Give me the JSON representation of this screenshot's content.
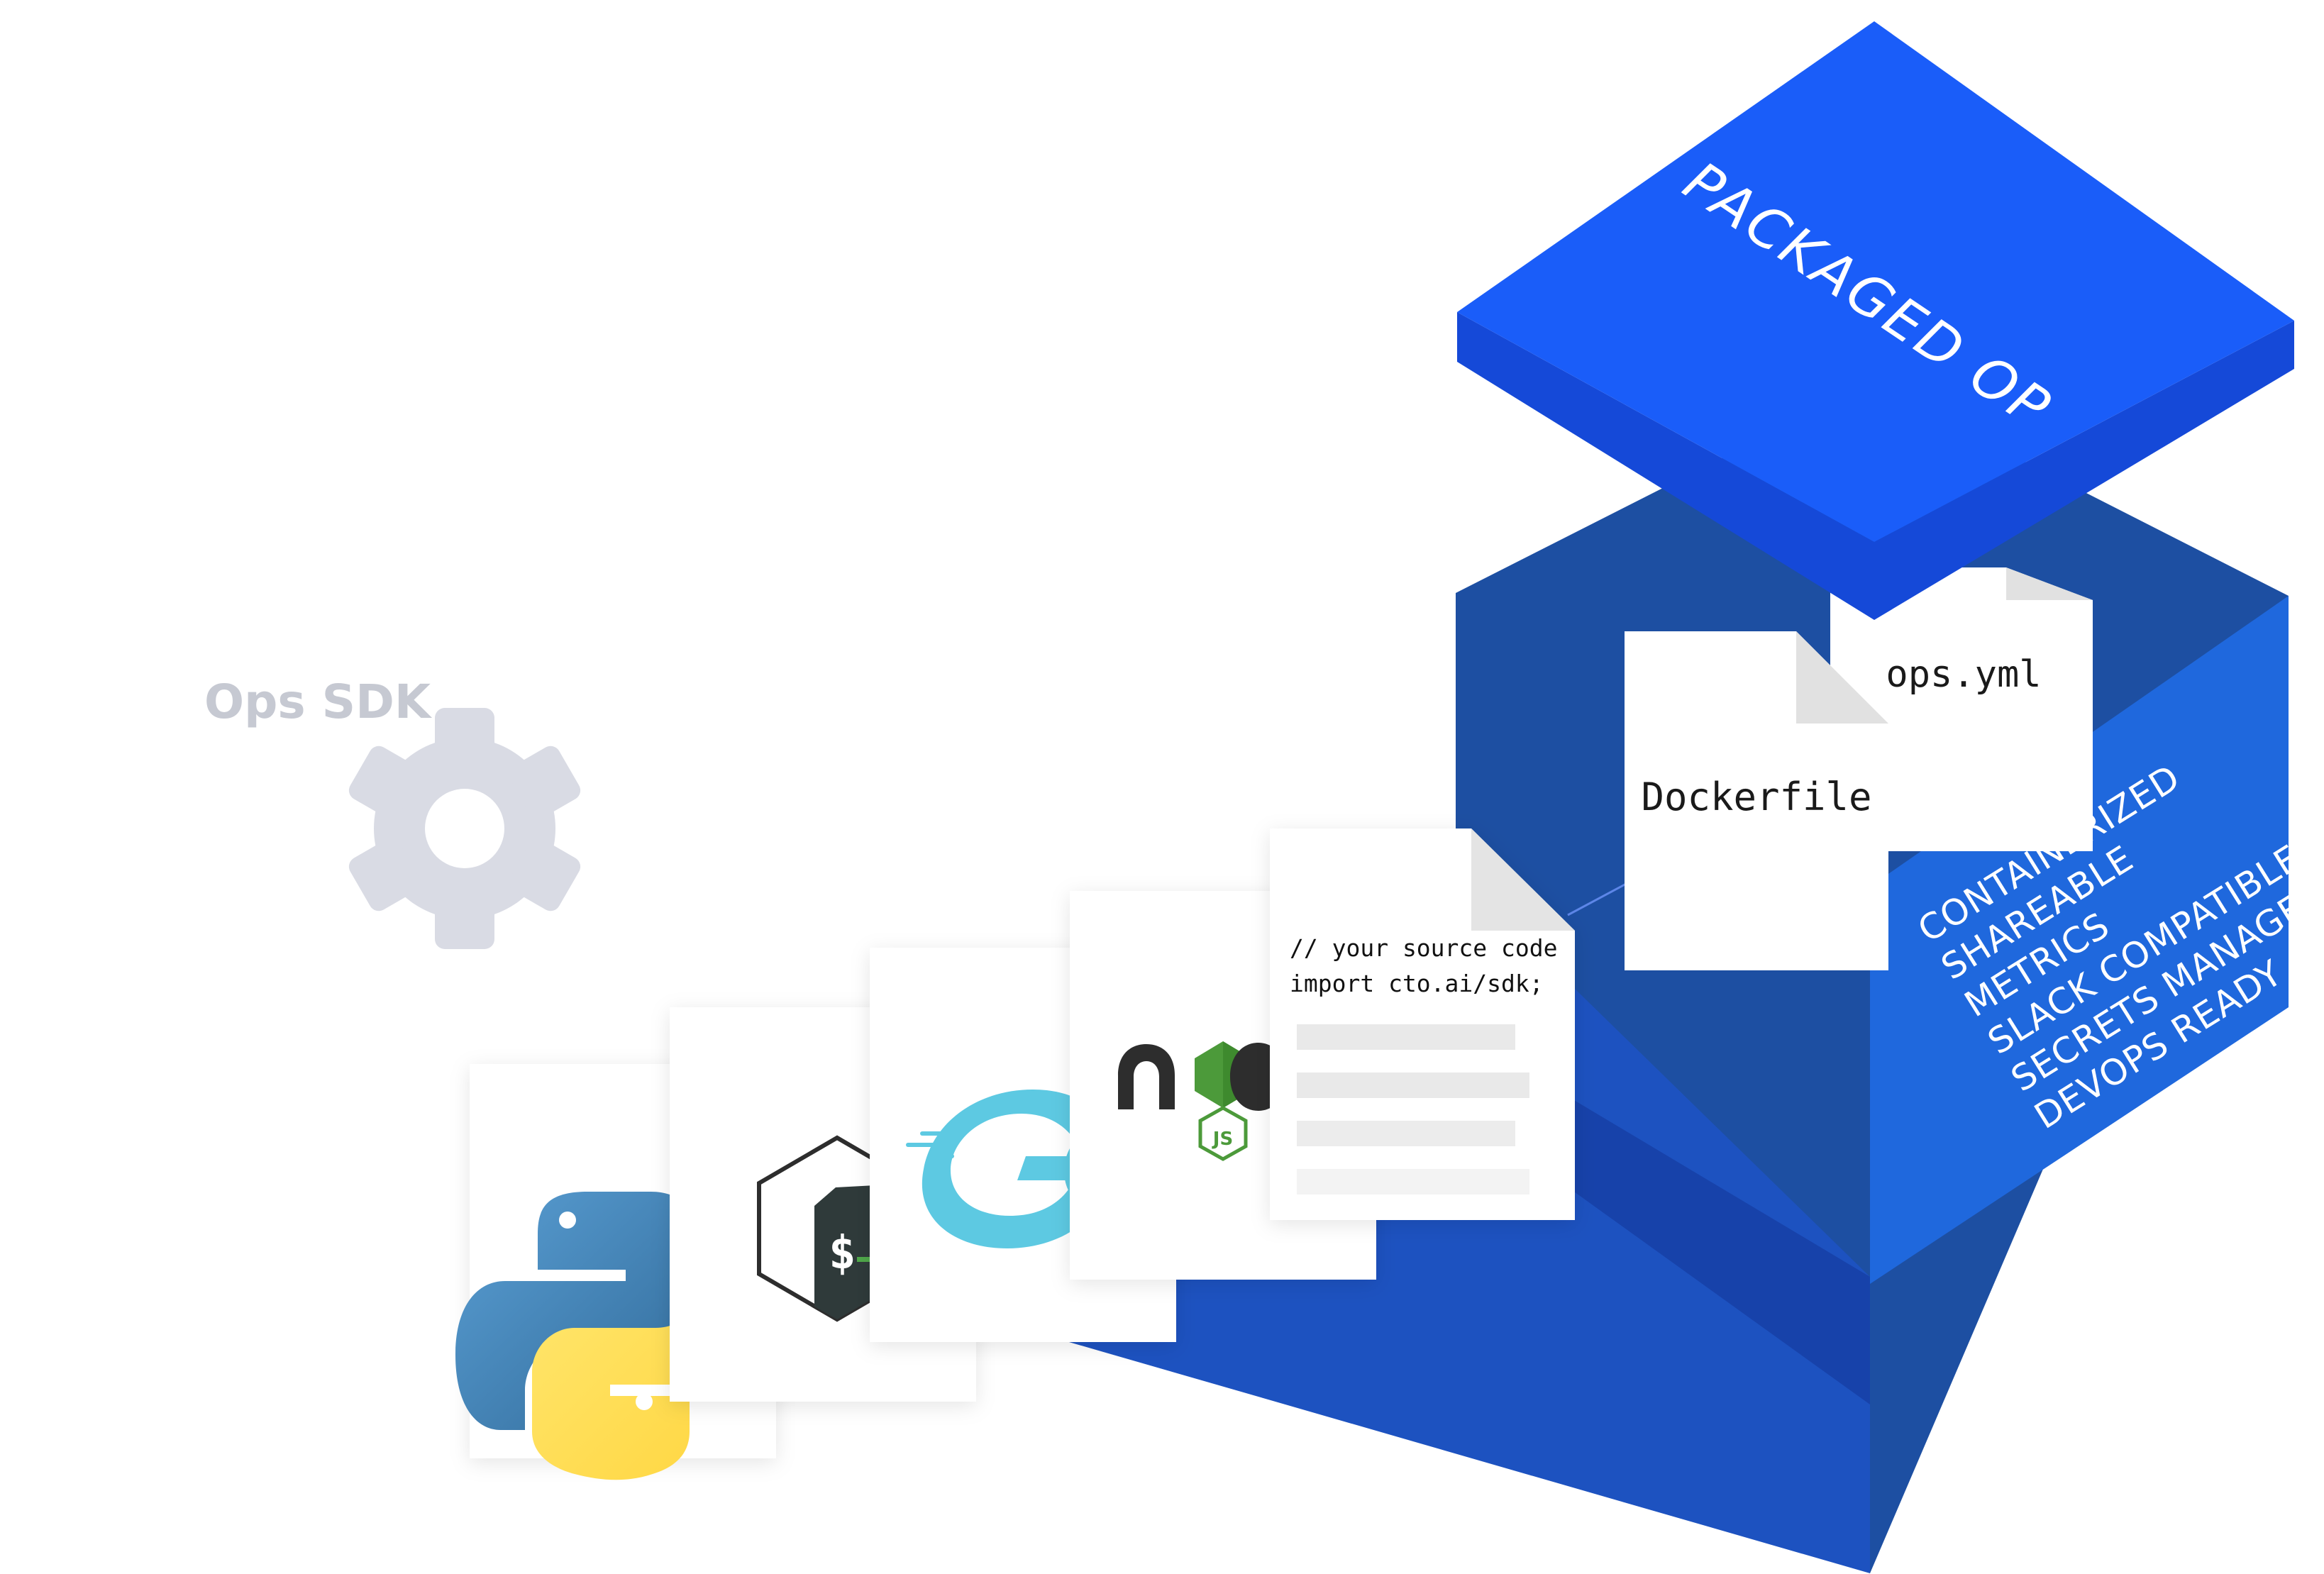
{
  "sdk": {
    "label": "Ops SDK",
    "icon": "gear-icon",
    "color": "#D9DBE4"
  },
  "cube": {
    "lid_title": "PACKAGED OP",
    "colors": {
      "lid_top": "#1A5DF9",
      "lid_edge": "#1549D8",
      "left_face": "#1D4FA2",
      "right_face": "#1F68DD",
      "inner_floor": "#1D4FB8",
      "inner_dark": "#15399B"
    }
  },
  "files": {
    "dockerfile": "Dockerfile",
    "ops_yml": "ops.yml"
  },
  "source_card": {
    "line1": "// your source code",
    "line2": "import cto.ai/sdk;"
  },
  "features": [
    "CONTAINERIZED",
    "SHAREABLE",
    "METRICS",
    "SLACK COMPATIBLE",
    "SECRETS MANAGEMENT",
    "DEVOPS READY"
  ],
  "languages": [
    {
      "name": "python",
      "icon": "python-logo-icon"
    },
    {
      "name": "bash",
      "icon": "bash-logo-icon"
    },
    {
      "name": "go",
      "icon": "go-logo-icon"
    },
    {
      "name": "node",
      "icon": "nodejs-logo-icon"
    }
  ]
}
